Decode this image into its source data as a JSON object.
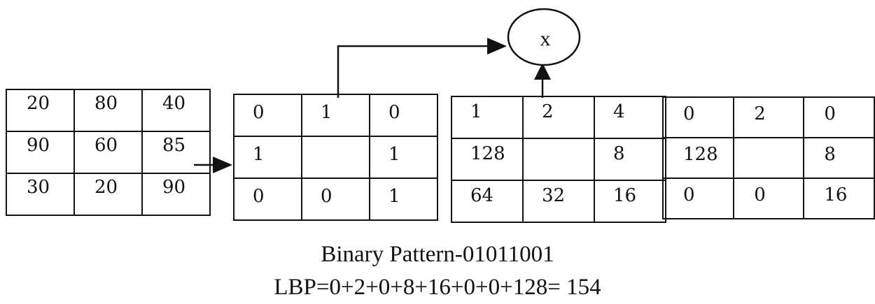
{
  "grids": {
    "input": [
      [
        "20",
        "80",
        "40"
      ],
      [
        "90",
        "60",
        "85"
      ],
      [
        "30",
        "20",
        "90"
      ]
    ],
    "binary": [
      [
        "0",
        "1",
        "0"
      ],
      [
        "1",
        "",
        "1"
      ],
      [
        "0",
        "0",
        "1"
      ]
    ],
    "weights": [
      [
        "1",
        "2",
        "4"
      ],
      [
        "128",
        "",
        "8"
      ],
      [
        "64",
        "32",
        "16"
      ]
    ],
    "product": [
      [
        "0",
        "2",
        "0"
      ],
      [
        "128",
        "",
        "8"
      ],
      [
        "0",
        "0",
        "16"
      ]
    ]
  },
  "multiply_node": {
    "label": "x"
  },
  "captions": {
    "pattern": "Binary Pattern-01011001",
    "lbp": "LBP=0+2+0+8+16+0+0+128= 154"
  }
}
